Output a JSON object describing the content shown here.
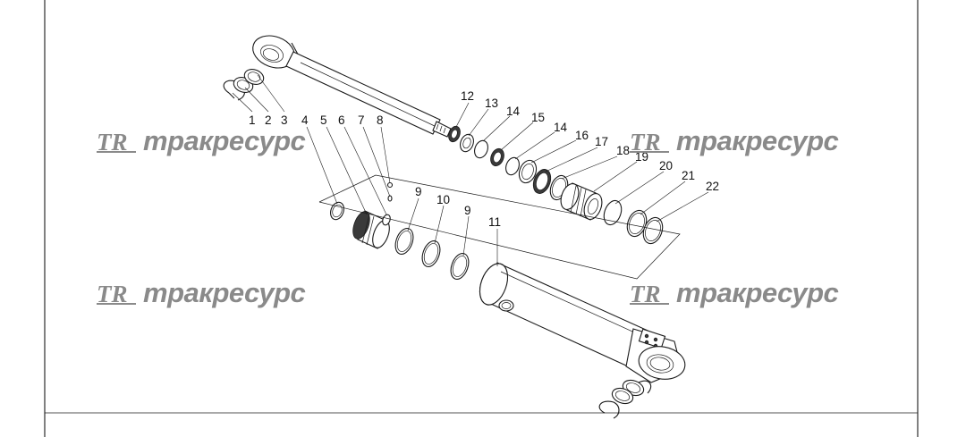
{
  "diagram": {
    "part_labels": [
      "1",
      "2",
      "3",
      "4",
      "5",
      "6",
      "7",
      "8",
      "9",
      "10",
      "9",
      "11",
      "12",
      "13",
      "14",
      "15",
      "14",
      "16",
      "17",
      "18",
      "19",
      "20",
      "21",
      "22"
    ]
  },
  "watermark": {
    "logo": "TR",
    "text": "тракресурс"
  },
  "colors": {
    "line": "#1a1a1a",
    "watermark": "#8a8a8a",
    "background": "#ffffff"
  }
}
